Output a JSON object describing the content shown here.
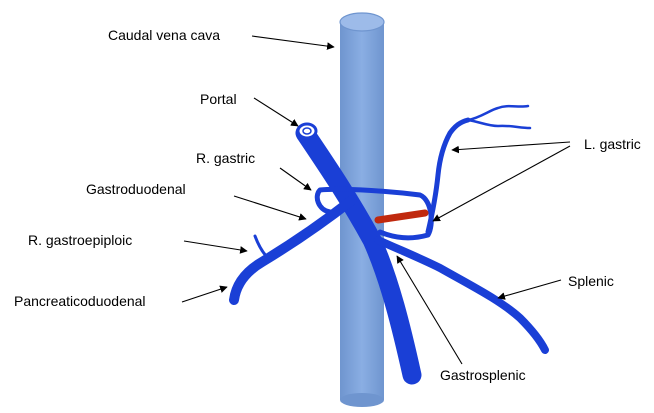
{
  "labels": {
    "caudal_vena_cava": "Caudal vena cava",
    "portal": "Portal",
    "r_gastric": "R. gastric",
    "gastroduodenal": "Gastroduodenal",
    "r_gastroepiploic": "R. gastroepiploic",
    "pancreaticoduodenal": "Pancreaticoduodenal",
    "l_gastric": "L. gastric",
    "splenic": "Splenic",
    "gastrosplenic": "Gastrosplenic"
  },
  "colors": {
    "vena_cava_fill": "#7ea3d9",
    "vena_cava_top": "#94b6e6",
    "vein": "#1a3fd6",
    "highlight_vessel": "#c0290e",
    "arrow": "#000000"
  }
}
